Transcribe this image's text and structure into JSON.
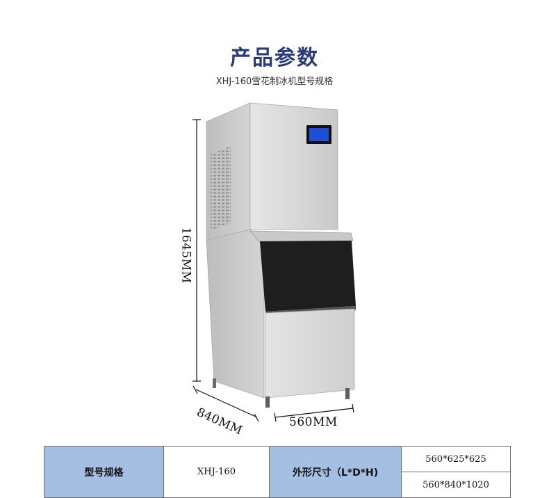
{
  "header": {
    "title": "产品参数",
    "subtitle": "XHJ-160雪花制冰机型号规格"
  },
  "dimensions": {
    "height_label": "1645MM",
    "depth_label": "840MM",
    "width_label": "560MM"
  },
  "product_image": {
    "description_icon": "ice-machine-illustration"
  },
  "spec_table": {
    "model_header": "型号规格",
    "model_value": "XHJ-160",
    "size_header": "外形尺寸（L*D*H)",
    "size_values": [
      "560*625*625",
      "560*840*1020"
    ]
  },
  "colors": {
    "title": "#2a3b77",
    "table_header_bg": "#a5bfe3",
    "machine_body": "#d9d9d9",
    "bin_door": "#1e1e1e",
    "display_screen": "#1f4fd6"
  }
}
